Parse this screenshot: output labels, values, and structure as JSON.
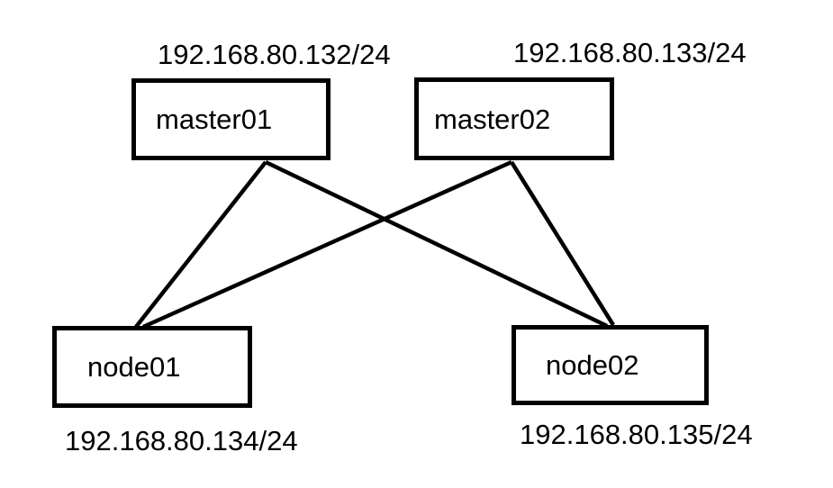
{
  "diagram": {
    "type": "network-topology",
    "colors": {
      "background": "#ffffff",
      "box_border": "#000000",
      "line": "#000000",
      "text": "#000000"
    },
    "nodes": [
      {
        "id": "master01",
        "label": "master01",
        "ip": "192.168.80.132/24",
        "ip_position": "above"
      },
      {
        "id": "master02",
        "label": "master02",
        "ip": "192.168.80.133/24",
        "ip_position": "above"
      },
      {
        "id": "node01",
        "label": "node01",
        "ip": "192.168.80.134/24",
        "ip_position": "below"
      },
      {
        "id": "node02",
        "label": "node02",
        "ip": "192.168.80.135/24",
        "ip_position": "below"
      }
    ],
    "connections": [
      {
        "from": "master01",
        "to": "node01"
      },
      {
        "from": "master01",
        "to": "node02"
      },
      {
        "from": "master02",
        "to": "node01"
      },
      {
        "from": "master02",
        "to": "node02"
      }
    ]
  }
}
